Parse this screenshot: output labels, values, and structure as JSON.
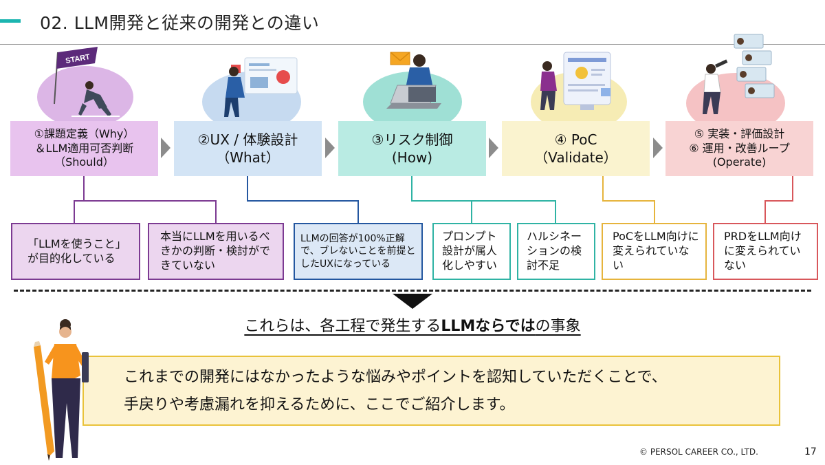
{
  "header": {
    "title": "02.  LLM開発と従来の開発との違い"
  },
  "steps": [
    {
      "lines": [
        "①課題定義（Why）",
        "＆LLM適用可否判断",
        "（Should）"
      ],
      "color": "#e8c3ee",
      "line_color": "#7c3a92"
    },
    {
      "lines": [
        "②UX / 体験設計",
        "（What）"
      ],
      "color": "#d3e4f5",
      "line_color": "#2457a0"
    },
    {
      "lines": [
        "③リスク制御",
        "(How)"
      ],
      "color": "#b9ebe3",
      "line_color": "#2fb3a4"
    },
    {
      "lines": [
        "④ PoC",
        "（Validate）"
      ],
      "color": "#faf3cf",
      "line_color": "#e6b43c"
    },
    {
      "lines": [
        "⑤ 実装・評価設計",
        "⑥ 運用・改善ループ",
        "(Operate)"
      ],
      "color": "#f8d3d3",
      "line_color": "#d8575b"
    }
  ],
  "start_label": "START",
  "issues": [
    {
      "text": "「LLMを使うこと」が目的化している"
    },
    {
      "text": "本当にLLMを用いるべきかの判断・検討ができていない"
    },
    {
      "text": "LLMの回答が100%正解で、ブレないことを前提としたUXになっている"
    },
    {
      "text": "プロンプト設計が属人化しやすい"
    },
    {
      "text": "ハルシネーションの検討不足"
    },
    {
      "text": "PoCをLLM向けに変えられていない"
    },
    {
      "text": "PRDをLLM向けに変えられていない"
    }
  ],
  "summary": {
    "part1": "これらは、各工程で発生する",
    "bold": "LLMならでは",
    "part2": "の事象"
  },
  "callout": {
    "line1": "これまでの開発にはなかったような悩みやポイントを認知していただくことで、",
    "line2": "手戻りや考慮漏れを抑えるために、ここでご紹介します。"
  },
  "footer": {
    "copyright": "© PERSOL CAREER CO., LTD.",
    "page": "17"
  }
}
